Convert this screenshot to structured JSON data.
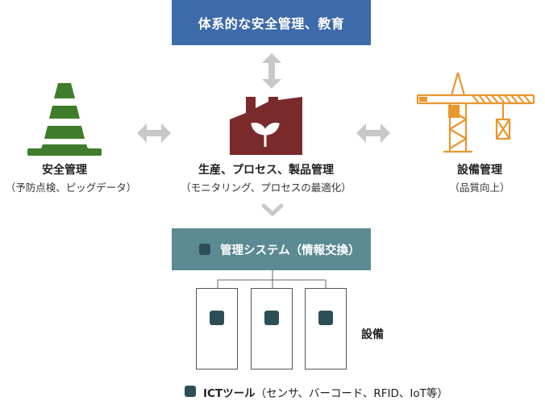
{
  "top_box": {
    "label": "体系的な安全管理、教育"
  },
  "left_node": {
    "title": "安全管理",
    "subtitle": "（予防点検、ピッグデータ）",
    "icon": "traffic-cone-icon"
  },
  "center_node": {
    "title": "生産、プロセス、製品管理",
    "subtitle": "（モニタリング、プロセスの最適化）",
    "icon": "factory-icon"
  },
  "right_node": {
    "title": "設備管理",
    "subtitle": "（品質向上）",
    "icon": "crane-icon"
  },
  "system_box": {
    "label": "管理システム（情報交換）"
  },
  "equipment": {
    "label": "設備",
    "count": 3
  },
  "legend": {
    "bold": "ICTツール",
    "rest": "（センサ、バーコード、RFID、IoT等）"
  },
  "colors": {
    "top_box": "#3d6aa8",
    "system_box": "#5b8a92",
    "ict_square": "#2c4f57",
    "cone": "#3f7d2c",
    "factory": "#7a2a2a",
    "crane": "#e8972d",
    "arrows": "#c8c8c8"
  }
}
